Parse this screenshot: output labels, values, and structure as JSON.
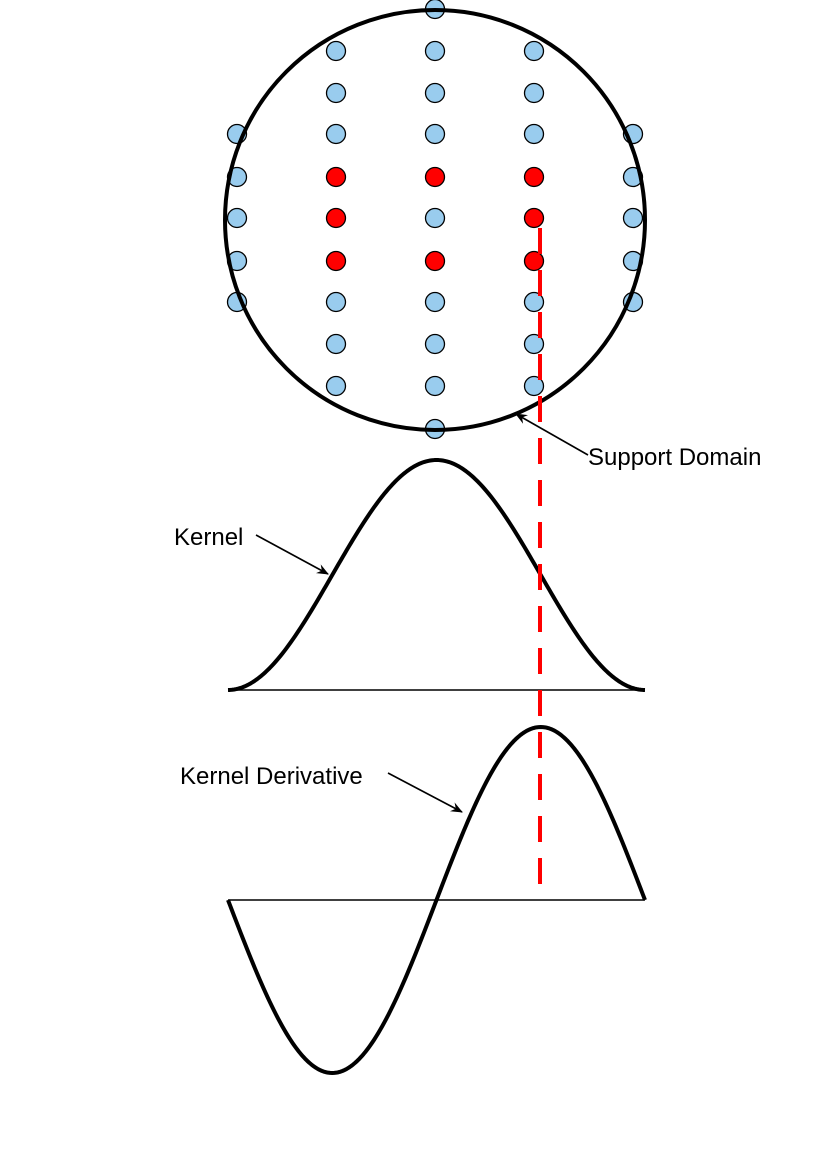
{
  "labels": {
    "support_domain": "Support Domain",
    "kernel": "Kernel",
    "kernel_derivative": "Kernel Derivative"
  },
  "colors": {
    "neighbor_particle": "#ff0000",
    "other_particle": "#99ccee",
    "outline": "#000000",
    "marker_line": "#ff0000"
  },
  "particle_grid": {
    "columns": 5,
    "rows": 11,
    "red_cells": [
      [
        1,
        4
      ],
      [
        2,
        4
      ],
      [
        3,
        4
      ],
      [
        1,
        5
      ],
      [
        3,
        5
      ],
      [
        1,
        6
      ],
      [
        2,
        6
      ],
      [
        3,
        6
      ]
    ]
  }
}
